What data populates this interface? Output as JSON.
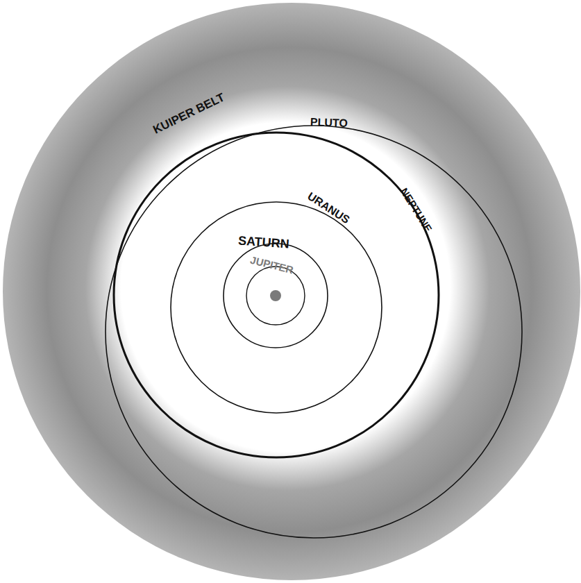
{
  "diagram": {
    "labels": [
      "KUIPER BELT",
      "PLUTO",
      "NEPTUNE",
      "URANUS",
      "SATURN",
      "JUPITER"
    ]
  }
}
